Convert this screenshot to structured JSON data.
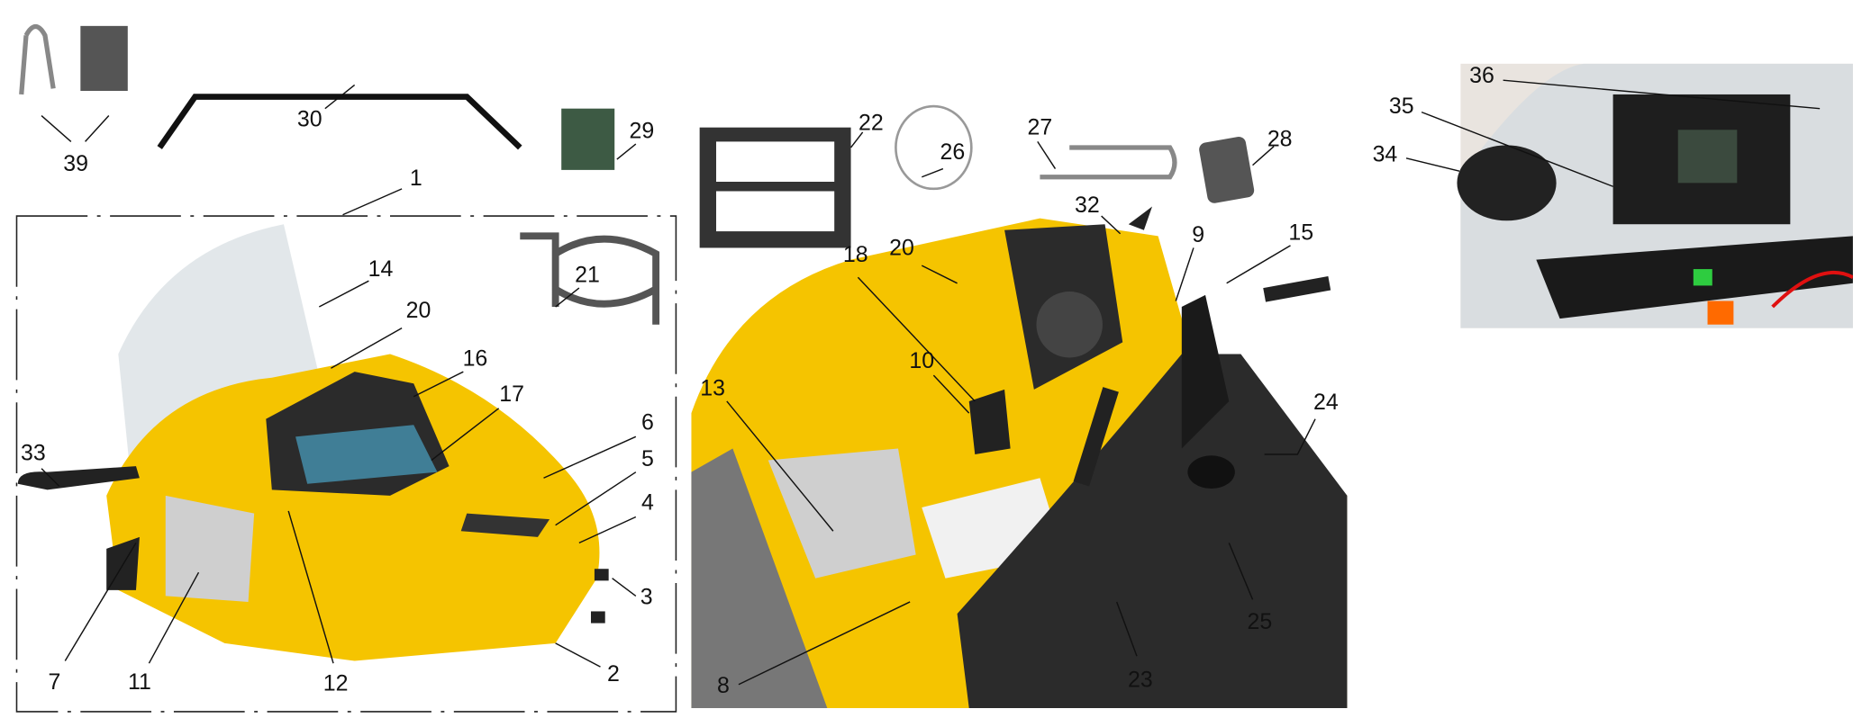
{
  "title": "Snowmobile hood / cowl parts diagram",
  "callouts": [
    "39",
    "30",
    "29",
    "1",
    "22",
    "26",
    "27",
    "28",
    "36",
    "35",
    "34",
    "14",
    "20",
    "21",
    "16",
    "17",
    "6",
    "5",
    "4",
    "3",
    "33",
    "7",
    "11",
    "12",
    "2",
    "13",
    "18",
    "20",
    "32",
    "9",
    "15",
    "10",
    "24",
    "25",
    "23",
    "8"
  ],
  "colors": {
    "hood": "#f5c400",
    "dark": "#2b2b2b",
    "windshield": "#dfe4e8",
    "photo_bg": "#e9e4df"
  }
}
